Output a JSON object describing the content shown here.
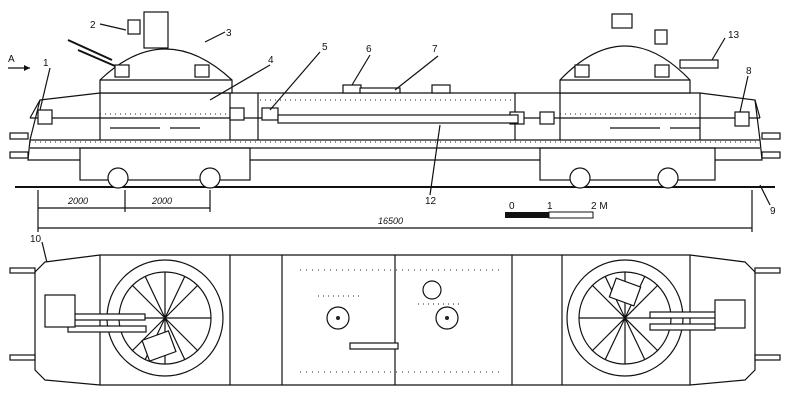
{
  "view_marker": "A",
  "callouts": [
    "1",
    "2",
    "3",
    "4",
    "5",
    "6",
    "7",
    "8",
    "9",
    "10",
    "12",
    "13"
  ],
  "dimensions": {
    "bogie_spacing_left": "2000",
    "bogie_spacing_right": "2000",
    "overall_length": "16500"
  },
  "scale_bar": {
    "tick_0": "0",
    "tick_1": "1",
    "tick_2": "2 M"
  },
  "colors": {
    "ink": "#111111",
    "paper": "#ffffff"
  }
}
